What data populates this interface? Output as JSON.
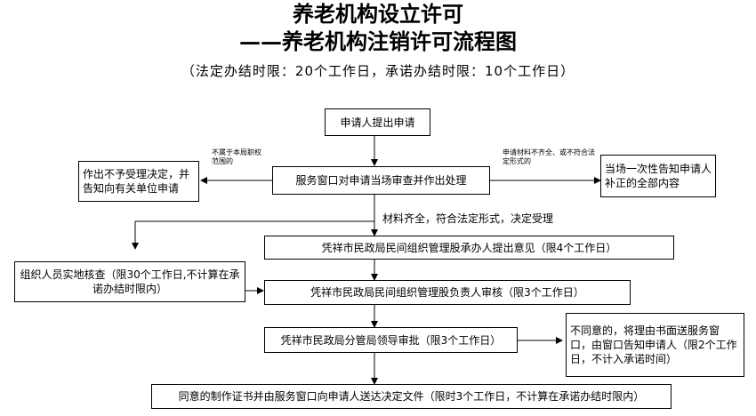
{
  "title": {
    "line1": "养老机构设立许可",
    "line2": "——养老机构注销许可流程图",
    "subtitle": "（法定办结时限：20个工作日，承诺办结时限：10个工作日）"
  },
  "nodes": {
    "apply": "申请人提出申请",
    "window_review": "服务窗口对申请当场审查并作出处理",
    "reject": "作出不予受理决定，并告知向有关单位申请",
    "inform_once": "当场一次性告知申请人补正的全部内容",
    "opinion": "凭祥市民政局民间组织管理股承办人提出意见（限4个工作日）",
    "site_check": "组织人员实地核查（限30个工作日,不计算在承诺办结时限内）",
    "head_review": "凭祥市民政局民间组织管理股负责人审核（限3个工作日）",
    "leader_approve": "凭祥市民政局分管局领导审批（限3个工作日）",
    "disagree": "不同意的，将理由书面送服务窗口，由窗口告知申请人（限2个工作日，不计入承诺时间）",
    "issue_cert": "同意的制作证书并由服务窗口向申请人送达决定文件（限时3个工作日，不计算在承诺办结时限内）"
  },
  "labels": {
    "not_in_scope": "不属于本局职权范围的",
    "materials_incomplete": "申请材料不齐全、或不符合法定形式的",
    "accepted": "材料齐全，符合法定形式，决定受理"
  },
  "colors": {
    "line": "#000000"
  }
}
